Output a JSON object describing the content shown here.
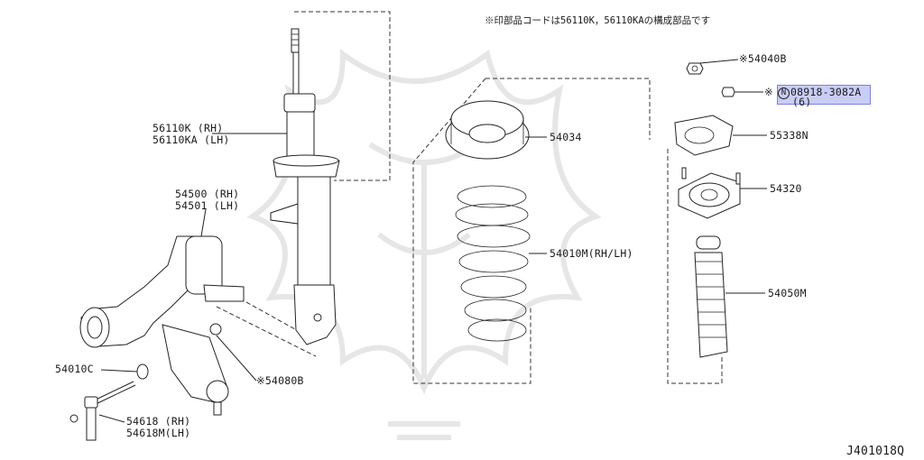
{
  "note": "※印部品コードは56110K，56110KAの構成部品です",
  "diagram_id": "J401018Q",
  "labels": {
    "strut_rh": "56110K (RH)",
    "strut_lh": "56110KA (LH)",
    "arm_rh": "54500 (RH)",
    "arm_lh": "54501 (LH)",
    "bushing": "54010C",
    "stab_rh": "54618 (RH)",
    "stab_lh": "54618M(LH)",
    "bolt": "※54080B",
    "seat": "54034",
    "spring": "54010M(RH/LH)",
    "nut_top": "※54040B",
    "nut_mark": "N",
    "nut_code": "08918-3082A",
    "nut_qty": "(6)",
    "nut_prefix": "※",
    "plate": "55338N",
    "mount": "54320",
    "boot": "54050M"
  }
}
